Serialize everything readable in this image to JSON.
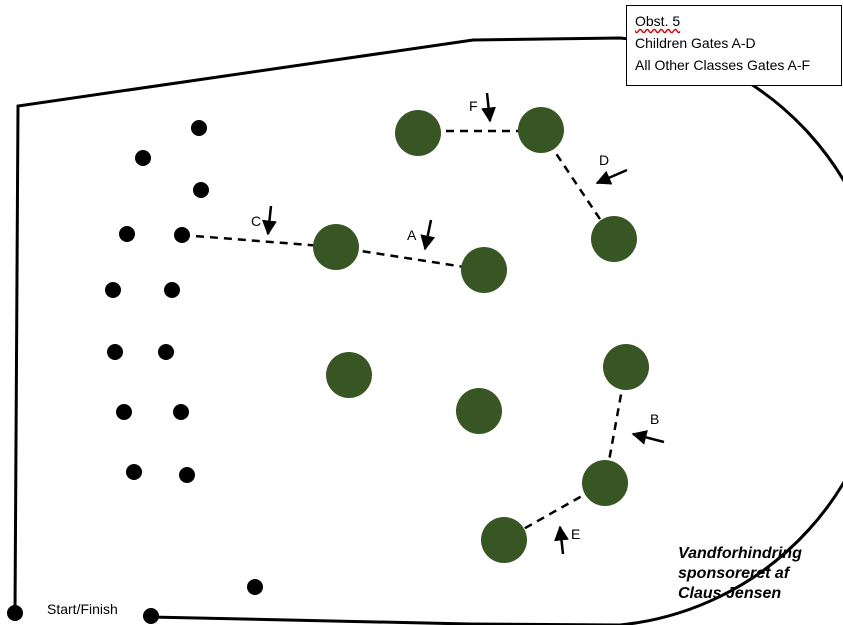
{
  "legend": {
    "title": "Obst. 5",
    "line1": "Children Gates A-D",
    "line2": "All Other Classes Gates A-F"
  },
  "sponsor": {
    "line1": "Vandforhindring",
    "line2": "sponsoreret af",
    "line3": "Claus Jensen"
  },
  "start_finish_label": "Start/Finish",
  "gates": {
    "A": "A",
    "B": "B",
    "C": "C",
    "D": "D",
    "E": "E",
    "F": "F"
  },
  "colors": {
    "tree": "#375623",
    "marker": "#000000",
    "line": "#000000"
  }
}
